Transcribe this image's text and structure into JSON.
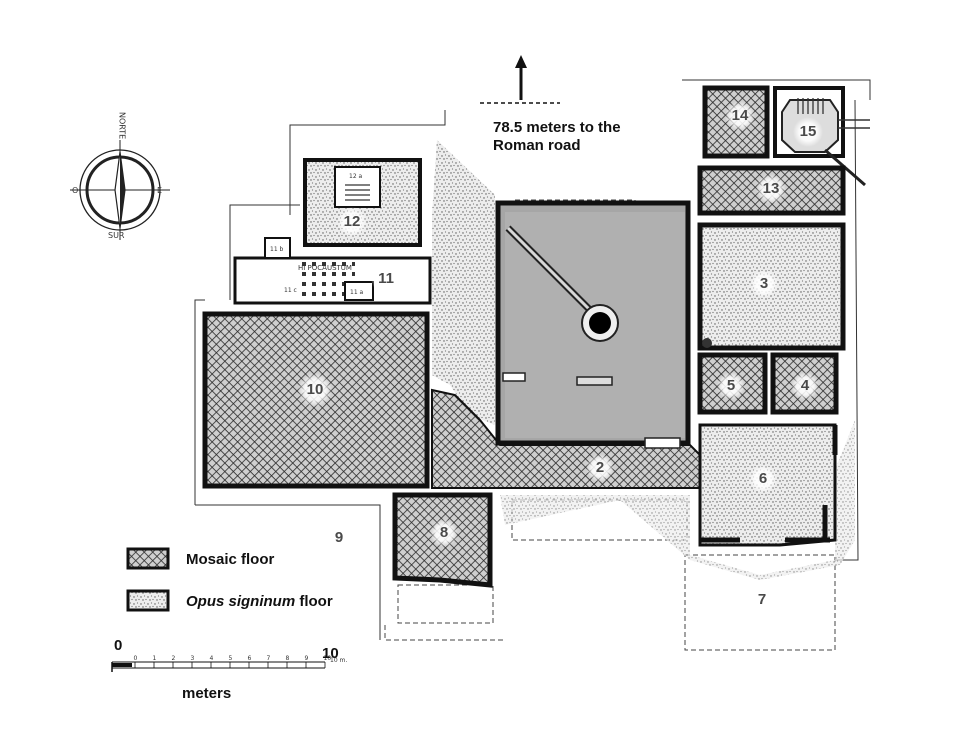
{
  "rooms": {
    "r2": "2",
    "r3": "3",
    "r4": "4",
    "r5": "5",
    "r6": "6",
    "r7": "7",
    "r8": "8",
    "r9": "9",
    "r10": "10",
    "r11": "11",
    "r12": "12",
    "r13": "13",
    "r14": "14",
    "r15": "15"
  },
  "sub_labels": {
    "r12a": "12 a",
    "r11a": "11 a",
    "r11b": "11 b",
    "r11c": "11 c"
  },
  "hypocaustum": "HI POCAUSTUM",
  "compass": {
    "north": "NORTE",
    "south": "SUR",
    "west": "O",
    "east": "E"
  },
  "road_note": {
    "line1": "78.5 meters to the",
    "line2": "Roman road"
  },
  "legend": {
    "mosaic": "Mosaic floor",
    "opus_italic": "Opus signinum",
    "opus_suffix": " floor"
  },
  "scale": {
    "start": "0",
    "end": "10",
    "unit_small": "10 m.",
    "unit": "meters",
    "ticks": [
      "0",
      "1",
      "2",
      "3",
      "4",
      "5",
      "6",
      "7",
      "8",
      "9",
      "10"
    ]
  },
  "colors": {
    "mosaic": "#3a3a3a",
    "opus": "#bdbdbd",
    "courtyard": "#a8a8a8",
    "wall": "#1a1a1a"
  }
}
